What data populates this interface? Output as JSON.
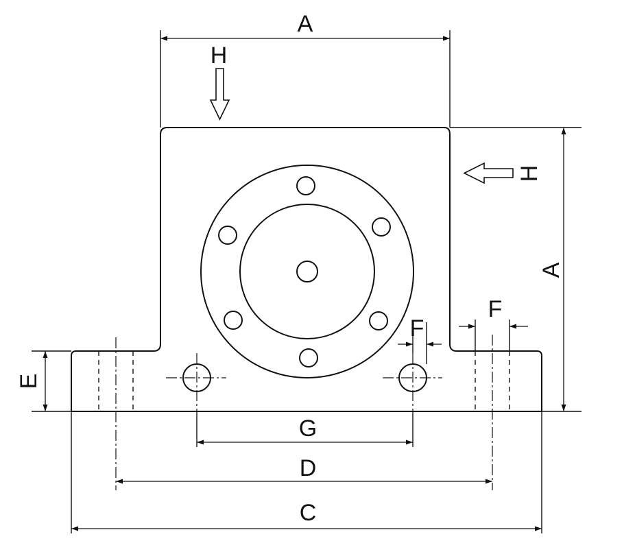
{
  "labels": {
    "a_top": "A",
    "a_side": "A",
    "h_top": "H",
    "h_side": "H",
    "f_left": "F",
    "f_right": "F",
    "e": "E",
    "g": "G",
    "d": "D",
    "c": "C"
  }
}
